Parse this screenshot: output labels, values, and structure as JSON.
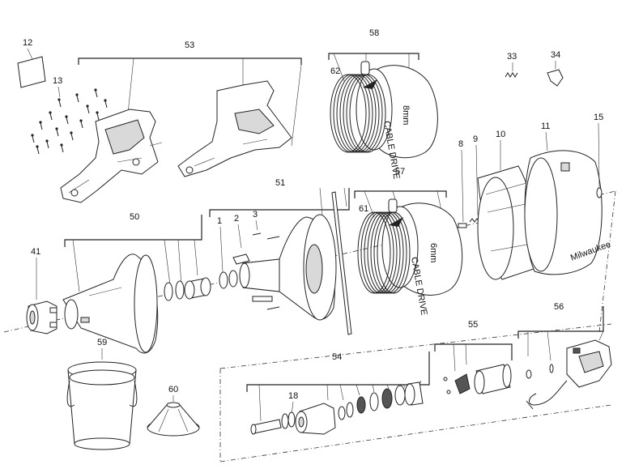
{
  "diagram": {
    "labels": {
      "p1": "1",
      "p2": "2",
      "p3": "3",
      "p8": "8",
      "p9": "9",
      "p10": "10",
      "p11": "11",
      "p12": "12",
      "p13": "13",
      "p15": "15",
      "p18": "18",
      "p33": "33",
      "p34": "34",
      "p41": "41",
      "p50": "50",
      "p51": "51",
      "p53": "53",
      "p54": "54",
      "p55": "55",
      "p56": "56",
      "p57": "57",
      "p58": "58",
      "p59": "59",
      "p60": "60",
      "p61": "61",
      "p62": "62"
    },
    "drum_text": {
      "size_8": "8mm",
      "size_6": "6mm",
      "cable_brand_8": "CABLE DRIVE",
      "cable_brand_6": "CABLE DRIVE",
      "housing_brand": "Milwaukee"
    }
  }
}
